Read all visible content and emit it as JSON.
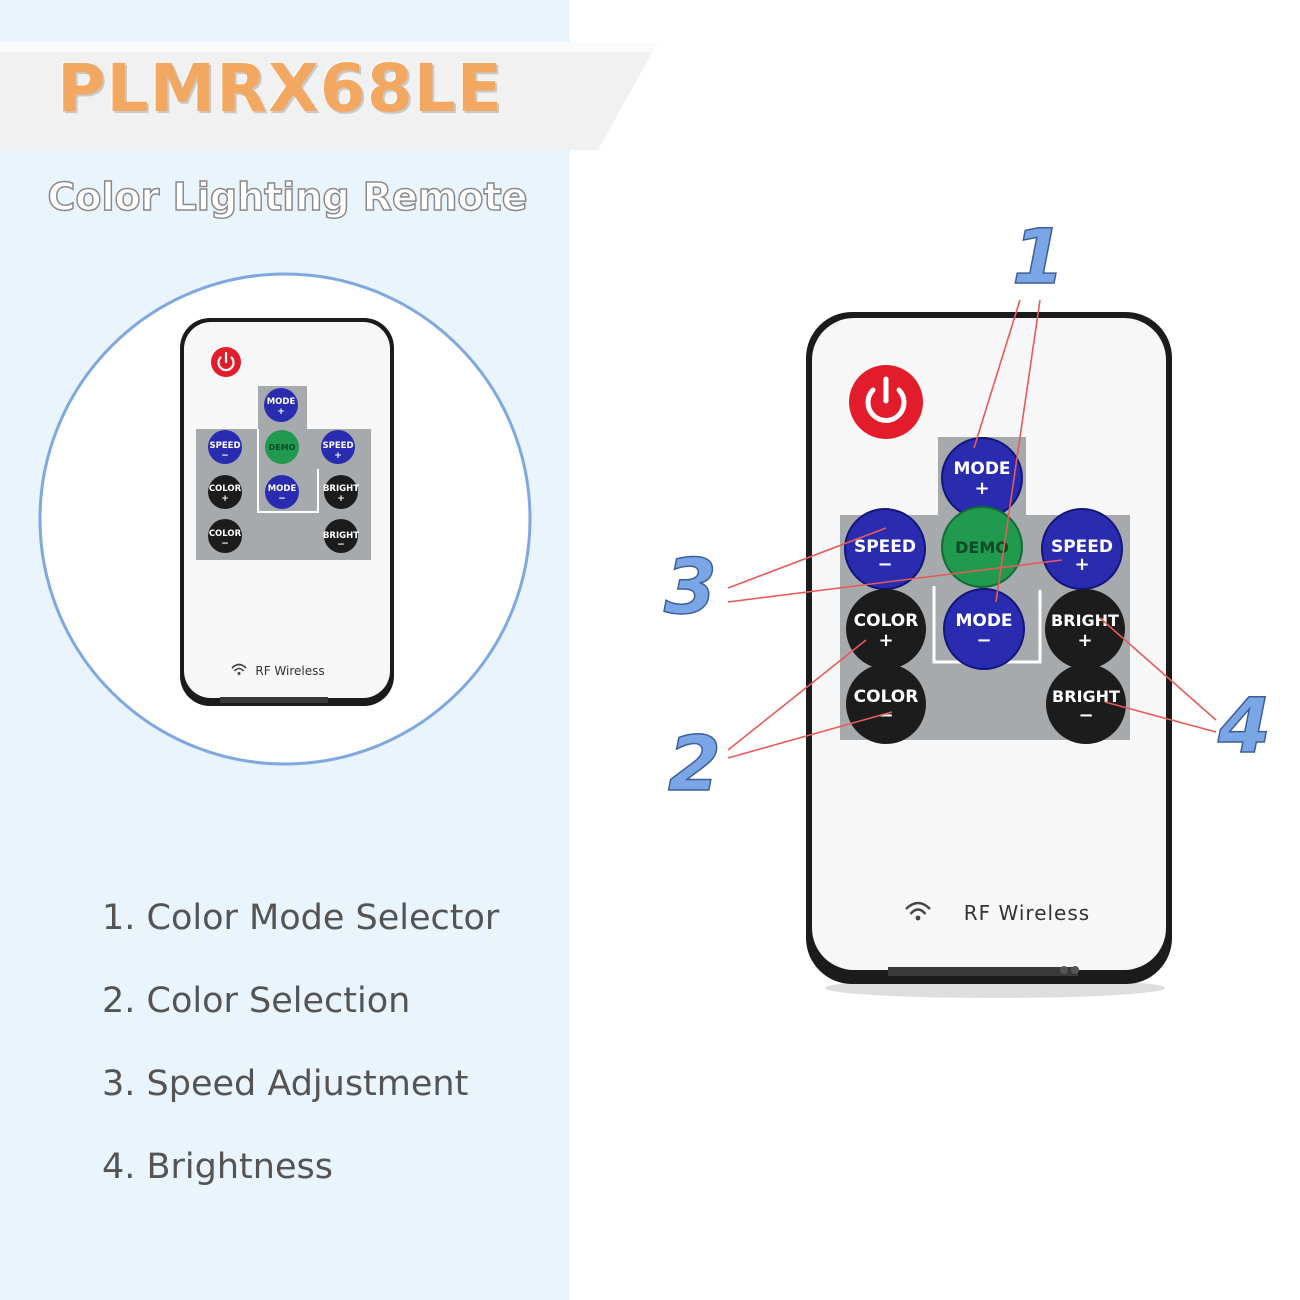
{
  "title": "PLMRX68LE",
  "subtitle": "Color Lighting Remote",
  "features": [
    "1. Color Mode Selector",
    "2. Color Selection",
    "3. Speed Adjustment",
    "4. Brightness"
  ],
  "remote": {
    "power_icon": "power-icon",
    "buttons": {
      "mode_plus": [
        "MODE",
        "+"
      ],
      "mode_minus": [
        "MODE",
        "−"
      ],
      "speed_minus": [
        "SPEED",
        "−"
      ],
      "speed_plus": [
        "SPEED",
        "+"
      ],
      "demo": "DEMO",
      "color_plus": [
        "COLOR",
        "+"
      ],
      "color_minus": [
        "COLOR",
        "−"
      ],
      "bright_plus": [
        "BRIGHT",
        "+"
      ],
      "bright_minus": [
        "BRIGHT",
        "−"
      ]
    },
    "footer_icon": "wifi-icon",
    "footer_label": "RF Wireless"
  },
  "callouts": [
    "1",
    "2",
    "3",
    "4"
  ],
  "colors": {
    "panel_bg": "#e9f4fc",
    "title_orange": "#f2a860",
    "button_blue": "#2a2cb0",
    "button_green": "#1f9a4e",
    "button_black": "#1c1c1c",
    "power_red": "#e21c2a",
    "callout_blue": "#7aa6e6",
    "leader_red": "#e65a5a"
  }
}
